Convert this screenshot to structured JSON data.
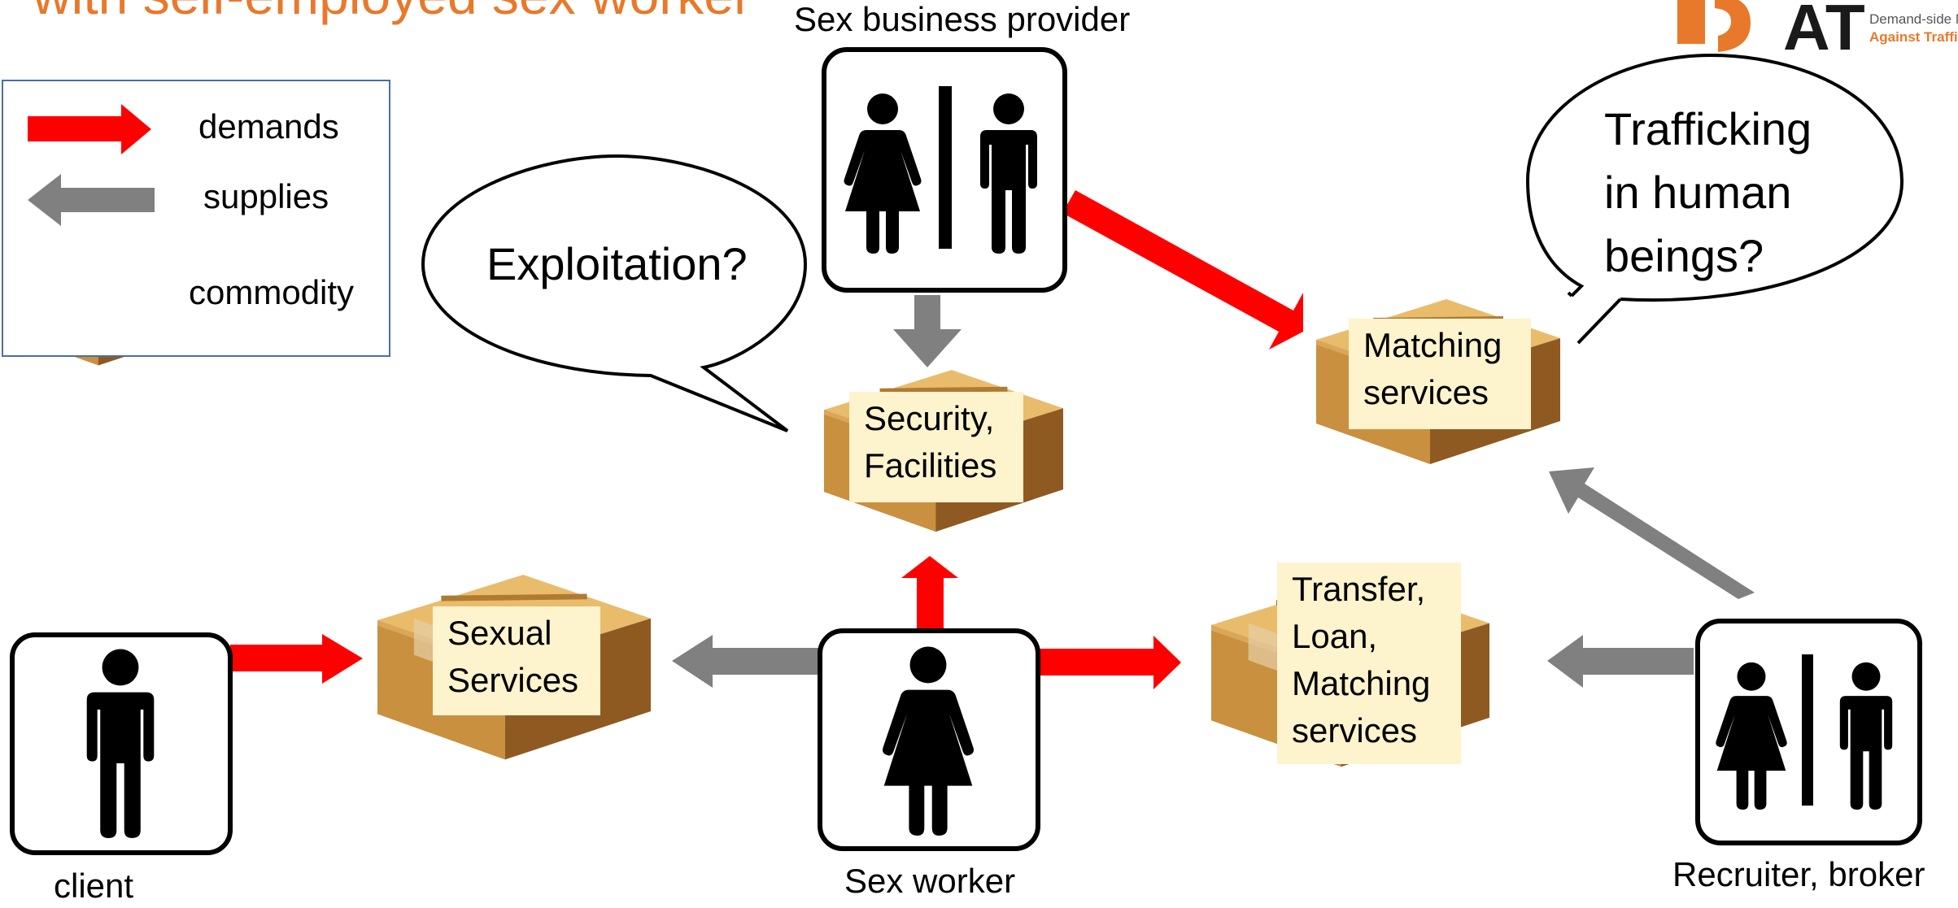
{
  "title": "with self-employed sex worker",
  "logo": {
    "mark": "AT",
    "line1": "Demand-side M",
    "line2": "Against Traffi",
    "color_primary": "#E8792B",
    "color_dark": "#1a1a1a"
  },
  "legend": {
    "demands": "demands",
    "supplies": "supplies",
    "commodity": "commodity",
    "demand_color": "#FF0000",
    "supply_color": "#808080"
  },
  "actors": {
    "provider": "Sex business provider",
    "client": "client",
    "worker": "Sex worker",
    "recruiter": "Recruiter, broker"
  },
  "commodities": {
    "security": "Security,\nFacilities",
    "matching": "Matching\nservices",
    "sexual": "Sexual\nServices",
    "transfer": "Transfer,\nLoan,\nMatching\nservices"
  },
  "bubbles": {
    "exploitation": "Exploitation?",
    "trafficking": "Trafficking\nin human\nbeings?"
  },
  "icons": {
    "restroom": "restroom-sign-icon",
    "man": "man-pictogram-icon",
    "woman": "woman-pictogram-icon",
    "box": "cardboard-box-icon"
  },
  "colors": {
    "label_fill": "#FDF3CD",
    "box_light": "#E9BC6C",
    "box_mid": "#C8903F",
    "box_dark": "#8E5A22"
  }
}
